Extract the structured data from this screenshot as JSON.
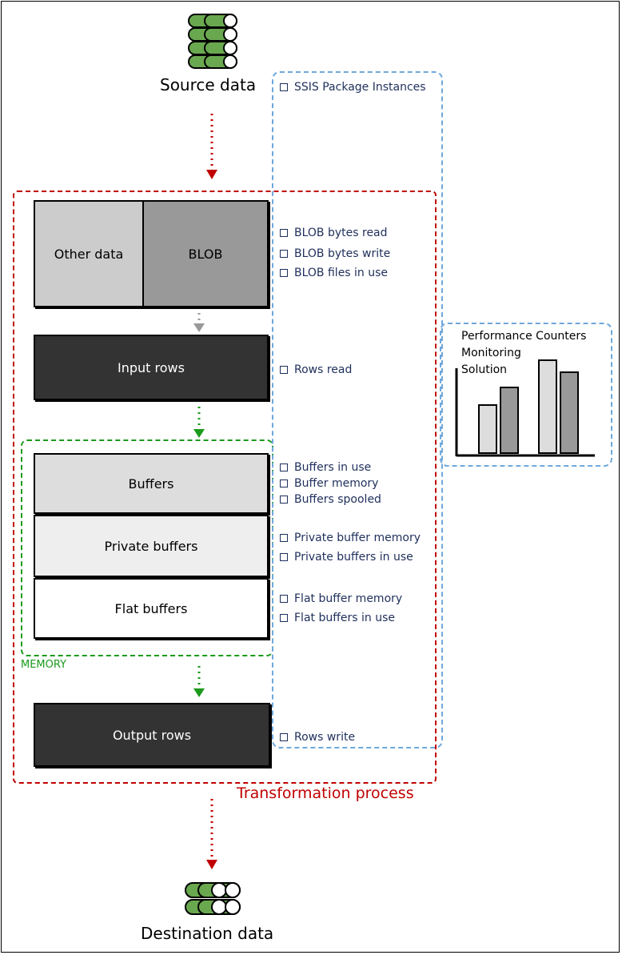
{
  "source": {
    "label": "Source data"
  },
  "destination": {
    "label": "Destination data"
  },
  "blob_section": {
    "other_label": "Other data",
    "blob_label": "BLOB"
  },
  "input_rows": {
    "label": "Input rows"
  },
  "buffers": {
    "label": "Buffers"
  },
  "private_buffers": {
    "label": "Private buffers"
  },
  "flat_buffers": {
    "label": "Flat buffers"
  },
  "memory": {
    "label": "MEMORY"
  },
  "output_rows": {
    "label": "Output rows"
  },
  "transformation": {
    "label": "Transformation process"
  },
  "monitoring": {
    "lines": [
      "Performance Counters",
      "Monitoring",
      "Solution"
    ]
  },
  "counters": [
    "SSIS Package Instances",
    "BLOB bytes read",
    "BLOB bytes write",
    "BLOB files in use",
    "Rows read",
    "Buffers in use",
    "Buffer memory",
    "Buffers spooled",
    "Private buffer memory",
    "Private buffers in use",
    "Flat buffer memory",
    "Flat buffers in use",
    "Rows write"
  ],
  "colors": {
    "red_dashed": "#c00000",
    "green_dashed": "#1b9a1b",
    "blue_dashed": "#6fa8dc",
    "db_green": "#6aa84f",
    "dark_box": "#333333",
    "blob_gray": "#999999",
    "other_gray": "#cccccc"
  }
}
